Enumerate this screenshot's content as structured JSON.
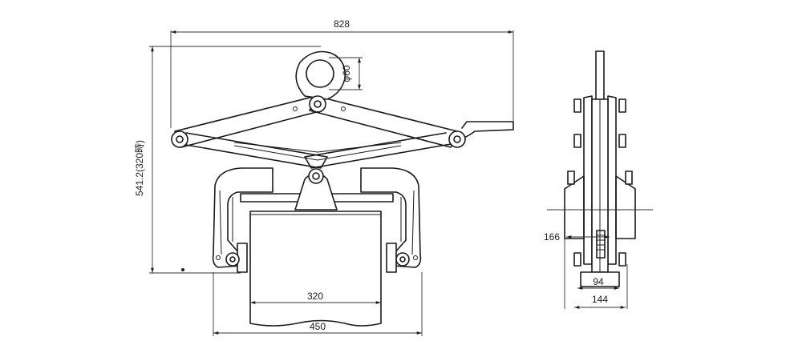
{
  "drawing": {
    "front_view": {
      "dimensions": {
        "overall_width": "828",
        "eye_diameter": "φ60",
        "overall_height": "541.2(320時)",
        "opening": "320",
        "width_450": "450"
      }
    },
    "side_view": {
      "dimensions": {
        "dim_166": "166",
        "dim_94": "94",
        "dim_144": "144"
      }
    }
  }
}
